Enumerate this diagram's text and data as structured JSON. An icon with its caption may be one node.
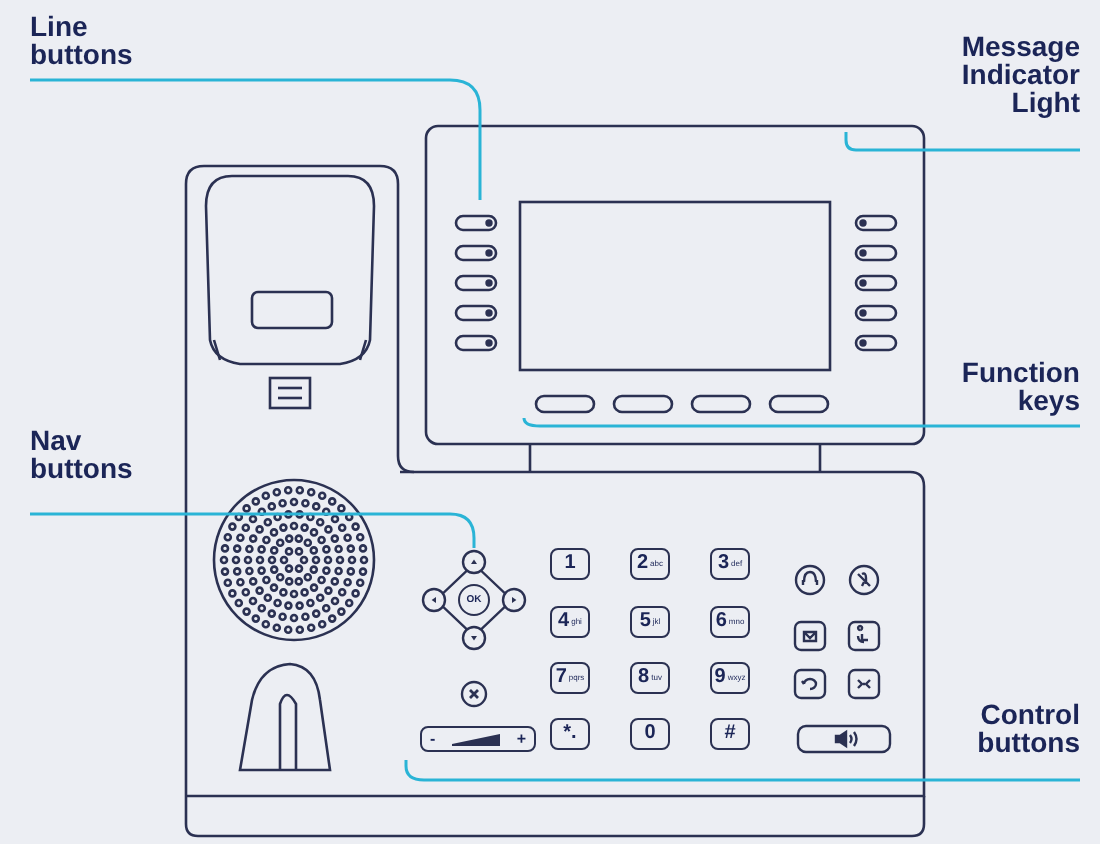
{
  "diagram": {
    "nodes": [
      {
        "text": [
          "Line buttons"
        ]
      },
      {
        "text": [
          "Message Indicator Light"
        ]
      },
      {
        "text": [
          "Function keys"
        ]
      },
      {
        "text": [
          "Nav buttons"
        ]
      },
      {
        "text": [
          "Control buttons"
        ]
      },
      {
        "text": [],
        "shape": "box"
      },
      {
        "text": [],
        "shape": "box"
      },
      {
        "text": [],
        "shape": "diamond"
      }
    ],
    "edges": [
      {
        "from": 0,
        "to": 5,
        "arrow": "none"
      },
      {
        "from": 1,
        "to": null,
        "arrow": "none"
      },
      {
        "from": 2,
        "to": 6,
        "arrow": "none"
      },
      {
        "from": 3,
        "to": 7,
        "arrow": "none"
      },
      {
        "from": 4,
        "to": null,
        "arrow": "none"
      }
    ],
    "labels": [
      "OK",
      "1",
      "2",
      "abc",
      "3",
      "def",
      "4",
      "ghi",
      "5",
      "jkl",
      "6",
      "mno",
      "7",
      "pqrs",
      "8",
      "tuv",
      "9",
      "wxyz",
      "*.",
      "0",
      "#",
      "-",
      "+"
    ]
  }
}
